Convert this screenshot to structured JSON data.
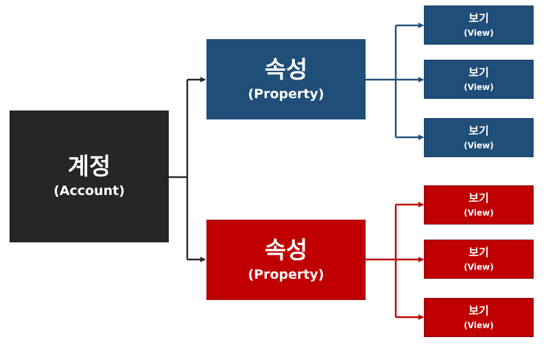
{
  "account": {
    "korean": "계정",
    "english": "(Account)"
  },
  "properties": [
    {
      "korean": "속성",
      "english": "(Property)",
      "color": "#1f4e79",
      "views": [
        {
          "korean": "보기",
          "english": "(View)"
        },
        {
          "korean": "보기",
          "english": "(View)"
        },
        {
          "korean": "보기",
          "english": "(View)"
        }
      ]
    },
    {
      "korean": "속성",
      "english": "(Property)",
      "color": "#c00000",
      "views": [
        {
          "korean": "보기",
          "english": "(View)"
        },
        {
          "korean": "보기",
          "english": "(View)"
        },
        {
          "korean": "보기",
          "english": "(View)"
        }
      ]
    }
  ],
  "colors": {
    "account": "#262626",
    "connector_dark": "#262626",
    "connector_blue": "#1f4e79",
    "connector_red": "#c00000"
  }
}
